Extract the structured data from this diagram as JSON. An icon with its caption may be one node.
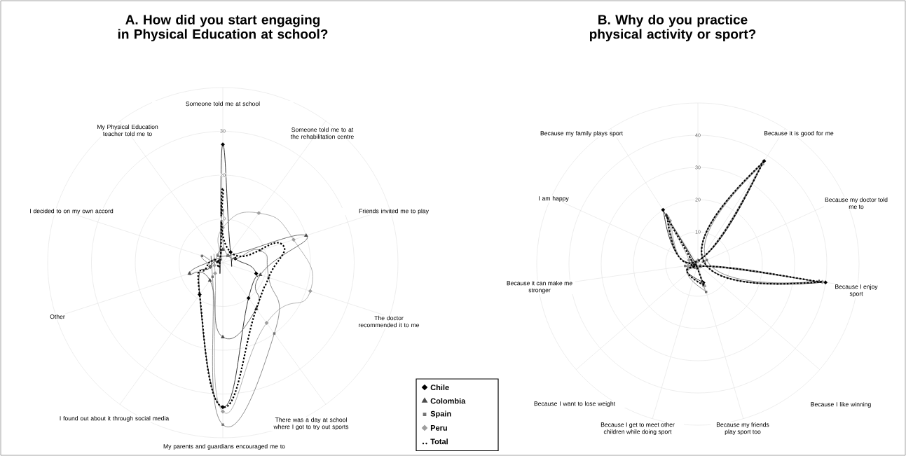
{
  "diagram": {
    "labels": [
      "A. How did you start engaging in Physical Education at school?",
      "B. Why do you practice physical activity or sport?",
      "Someone told me at school",
      "My Physical Education teacher told me to",
      "Someone told me to at the rehabilitation centre",
      "30",
      "20",
      "10",
      "I decided to on my own accord",
      "Friends invited me to play",
      "Other",
      "The doctor recommended it to me",
      "I found out about it through social media",
      "There was a day at school where I got to try out sports",
      "My parents and guardians encouraged me to",
      "40",
      "30",
      "20",
      "10",
      "Because my family plays sport",
      "Because it is good for me",
      "I am happy",
      "Because my doctor told me to",
      "Because it can make me stronger",
      "Because I enjoy sport",
      "Because I want to lose weight",
      "Because I like winning",
      "Because I get to meet other children while doing sport",
      "Because my friends play sport too"
    ],
    "legend": [
      {
        "text": "Chile"
      },
      {
        "text": "Colombia"
      },
      {
        "text": "Spain"
      },
      {
        "text": "Peru"
      },
      {
        "text": "Total"
      }
    ]
  }
}
